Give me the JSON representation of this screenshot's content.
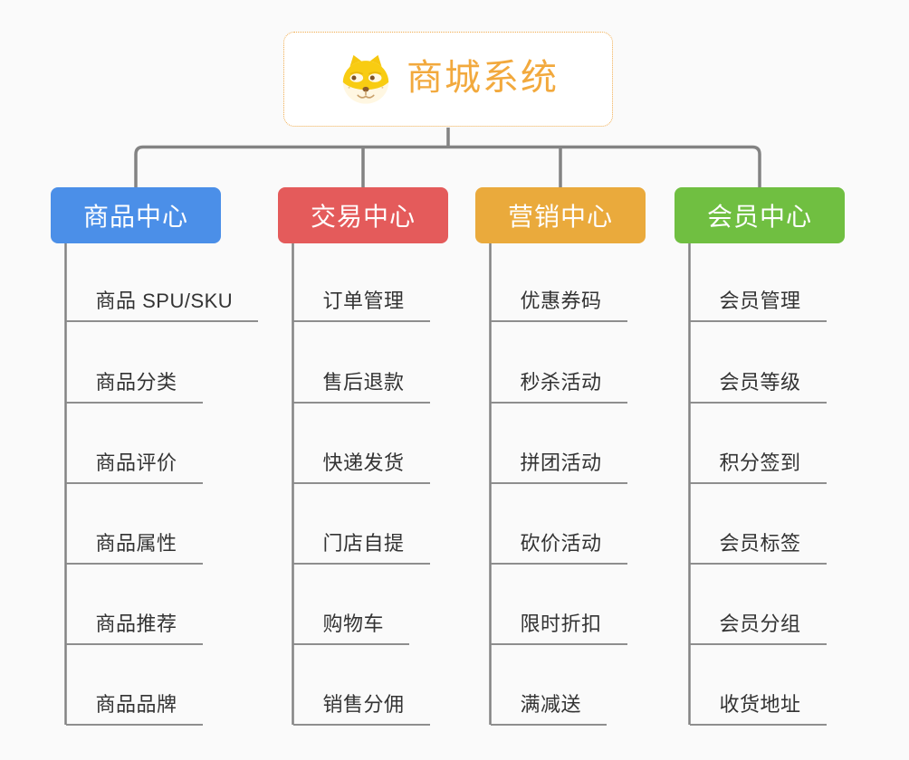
{
  "canvas": {
    "background": "#FAFAFA",
    "connector_color": "#838383",
    "leaf_underline_color": "#8E8E8E",
    "leaf_text_color": "#333333"
  },
  "root": {
    "label": "商城系统",
    "text_color": "#F2A93D",
    "border_color": "#F0AC4E",
    "background": "#FFFFFF",
    "icon": "dog-face-icon"
  },
  "branches": [
    {
      "label": "商品中心",
      "color": "#4B8FE8",
      "children": [
        "商品 SPU/SKU",
        "商品分类",
        "商品评价",
        "商品属性",
        "商品推荐",
        "商品品牌"
      ]
    },
    {
      "label": "交易中心",
      "color": "#E45B5B",
      "children": [
        "订单管理",
        "售后退款",
        "快递发货",
        "门店自提",
        "购物车",
        "销售分佣"
      ]
    },
    {
      "label": "营销中心",
      "color": "#EAAA3C",
      "children": [
        "优惠券码",
        "秒杀活动",
        "拼团活动",
        "砍价活动",
        "限时折扣",
        "满减送"
      ]
    },
    {
      "label": "会员中心",
      "color": "#70BF41",
      "children": [
        "会员管理",
        "会员等级",
        "积分签到",
        "会员标签",
        "会员分组",
        "收货地址"
      ]
    }
  ]
}
